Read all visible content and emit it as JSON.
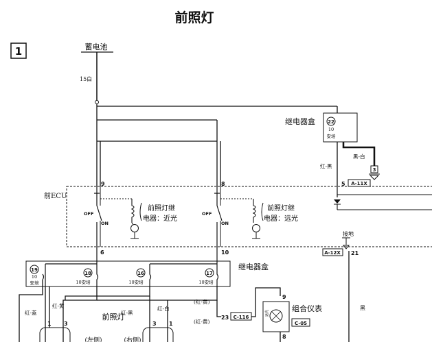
{
  "title": "前照灯",
  "section_number": "1",
  "battery_label": "蓄电池",
  "wire_15": "15白",
  "relay_box_label": "继电器盒",
  "relay_box_label_2": "继电器盒",
  "pin_22": "22",
  "pin_22_sub": "10",
  "pin_22_amp": "安培",
  "wire_black_white": "黑-白",
  "ground_3": "3",
  "wire_red_black_left": "红-黑",
  "pin_9": "9",
  "pin_8": "8",
  "pin_5": "5",
  "conn_a11x": "A-11X",
  "front_ecu": "前ECU",
  "off_label_1": "OFF",
  "on_label_1": "ON",
  "off_label_2": "OFF",
  "on_label_2": "ON",
  "low_relay_line1": "前照灯继",
  "low_relay_line2": "电器：近光",
  "high_relay_line1": "前照灯继",
  "high_relay_line2": "电器：远光",
  "ground_label": "接地",
  "conn_a12x": "A-12X",
  "pin_21": "21",
  "pin_6": "6",
  "pin_10": "10",
  "fuse_19": "19",
  "fuse_19_sub": "10",
  "fuse_19_amp": "安培",
  "fuse_18": "18",
  "fuse_18_amp": "10安培",
  "fuse_16": "16",
  "fuse_16_amp": "10安培",
  "fuse_17": "17",
  "fuse_17_amp": "10安培",
  "wire_red_yellow_1": "(红-黄)",
  "wire_red_yellow_2": "(红-黄)",
  "pin_23": "23",
  "conn_c116": "C-116",
  "combo_meter": "组合仪表",
  "conn_c05": "C-05",
  "pin_meter_9": "9",
  "pin_meter_8": "8",
  "wire_red_blue": "红-蓝",
  "wire_red_yellow_v": "红-黄",
  "wire_red_black_2": "红-黑",
  "wire_red_white": "红-白",
  "wire_black": "黑",
  "pin_1a": "1",
  "pin_3a": "3",
  "pin_3b": "3",
  "pin_1b": "1",
  "headlamp_label": "前照灯",
  "lamp_left_side": "(左侧)",
  "lamp_right_side": "(右侧)",
  "meter_lamp_text": "远光"
}
